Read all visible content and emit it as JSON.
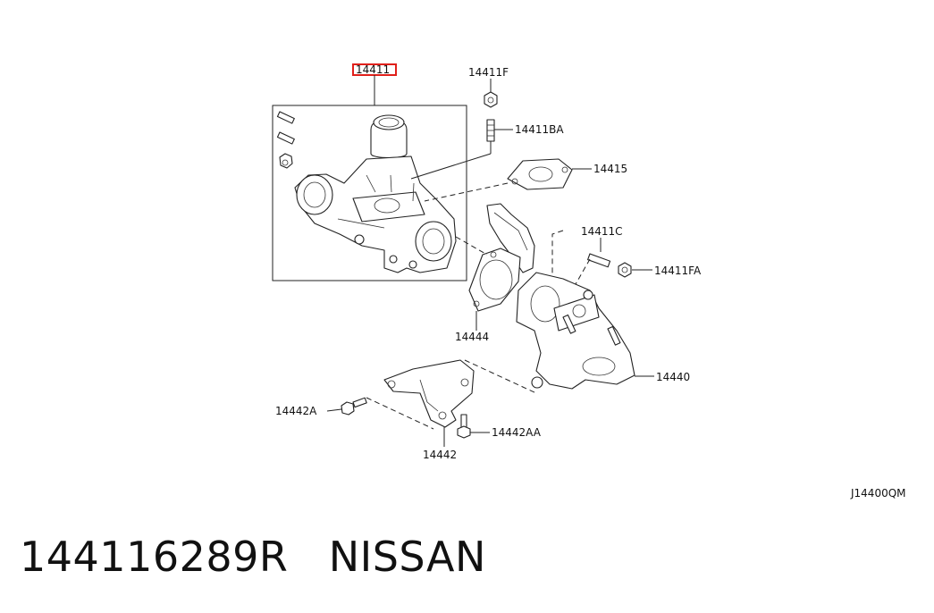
{
  "labels": {
    "turbo": "14411",
    "nut_top": "14411F",
    "stud_top": "14411BA",
    "gasket_top": "14415",
    "stud_right": "14411C",
    "nut_right": "14411FA",
    "gasket_mid": "14444",
    "outlet": "14440",
    "bolt_left": "14442A",
    "bolt_bottom": "14442AA",
    "bracket": "14442",
    "figure_code": "J14400QM"
  },
  "footer": {
    "part_number": "144116289R",
    "brand": "NISSAN"
  },
  "colors": {
    "highlight": "#e0201b",
    "line": "#222222"
  }
}
